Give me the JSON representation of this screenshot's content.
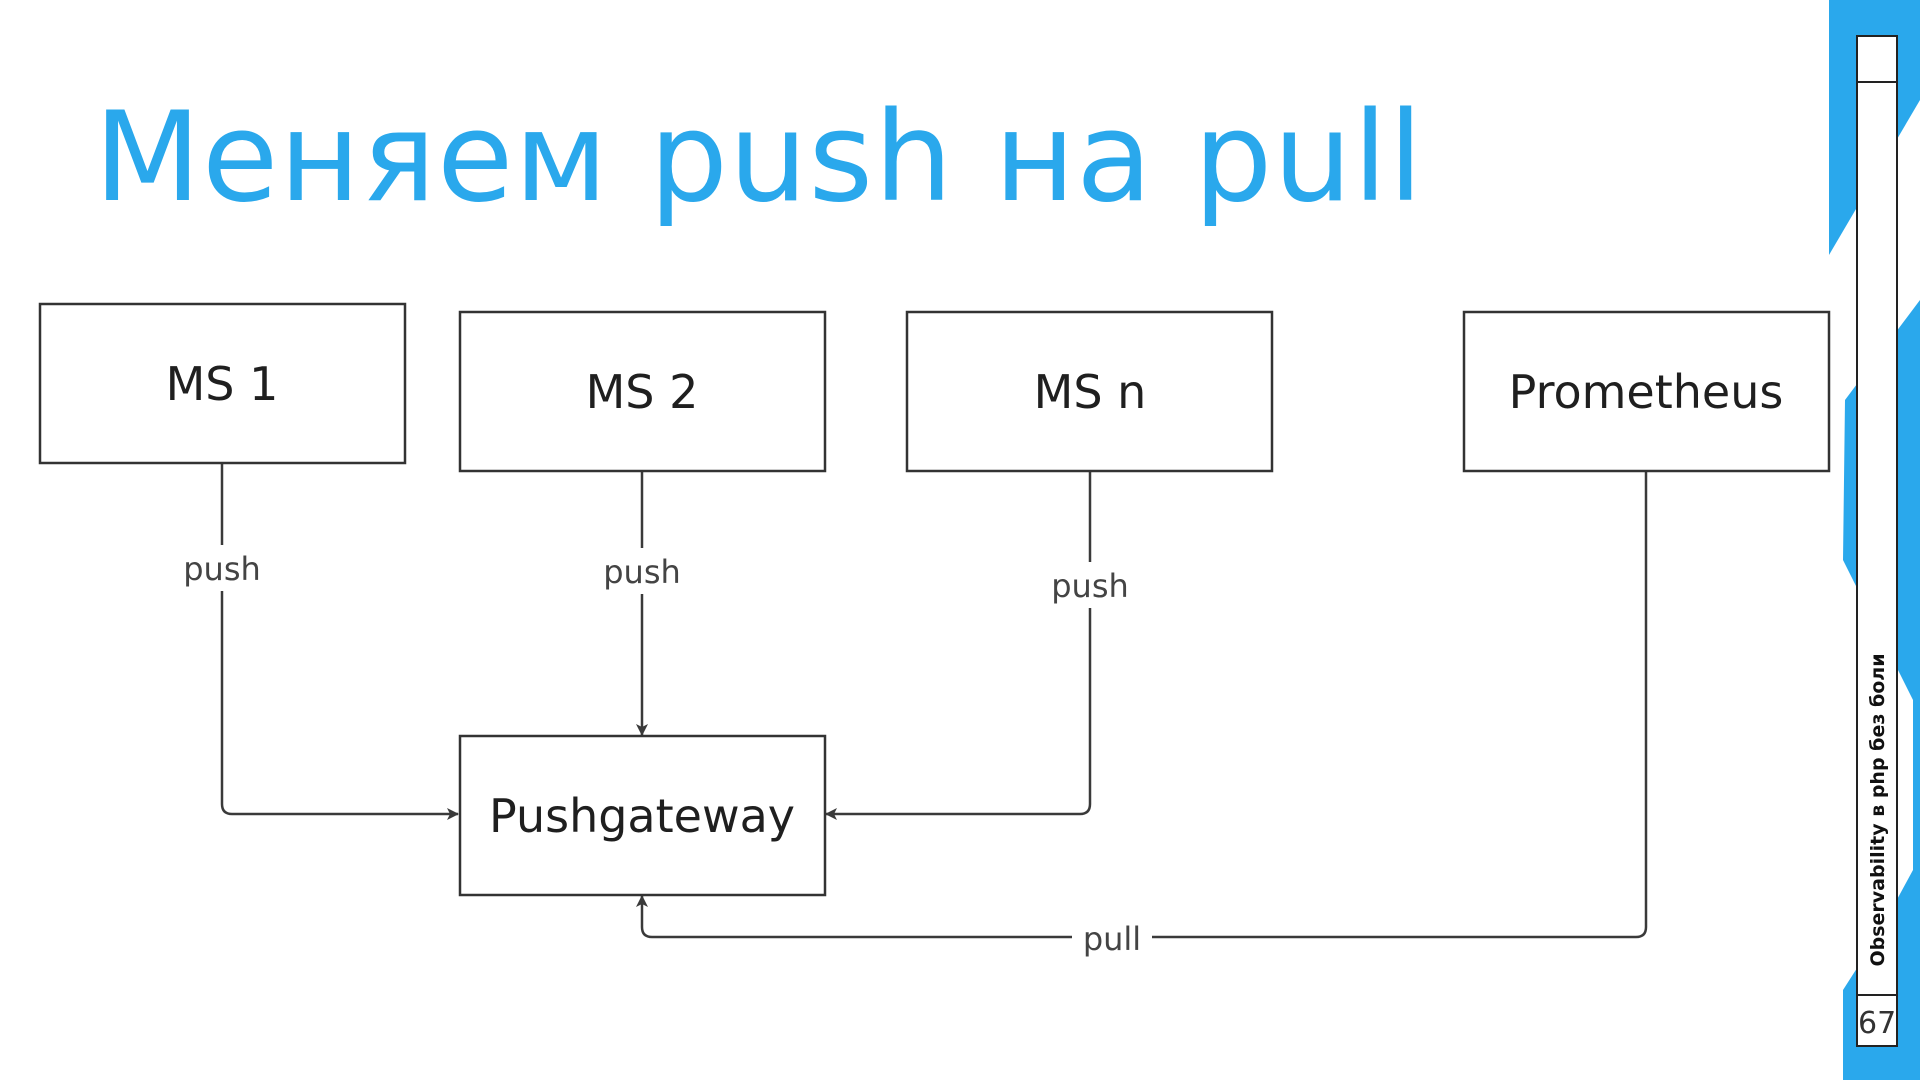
{
  "slide": {
    "title": "Меняем push на pull",
    "side_text": "Observability в php без боли",
    "page_number": "67"
  },
  "colors": {
    "accent": "#2aa8ec",
    "box_stroke": "#333333",
    "text": "#1f1f1f"
  },
  "icons": {
    "logo": "triangle-logo-icon"
  },
  "diagram": {
    "nodes": [
      {
        "id": "ms1",
        "label": "MS 1"
      },
      {
        "id": "ms2",
        "label": "MS 2"
      },
      {
        "id": "msn",
        "label": "MS n"
      },
      {
        "id": "prometheus",
        "label": "Prometheus"
      },
      {
        "id": "pushgateway",
        "label": "Pushgateway"
      }
    ],
    "edges": [
      {
        "from": "ms1",
        "to": "pushgateway",
        "label": "push"
      },
      {
        "from": "ms2",
        "to": "pushgateway",
        "label": "push"
      },
      {
        "from": "msn",
        "to": "pushgateway",
        "label": "push"
      },
      {
        "from": "prometheus",
        "to": "pushgateway",
        "label": "pull"
      }
    ]
  }
}
